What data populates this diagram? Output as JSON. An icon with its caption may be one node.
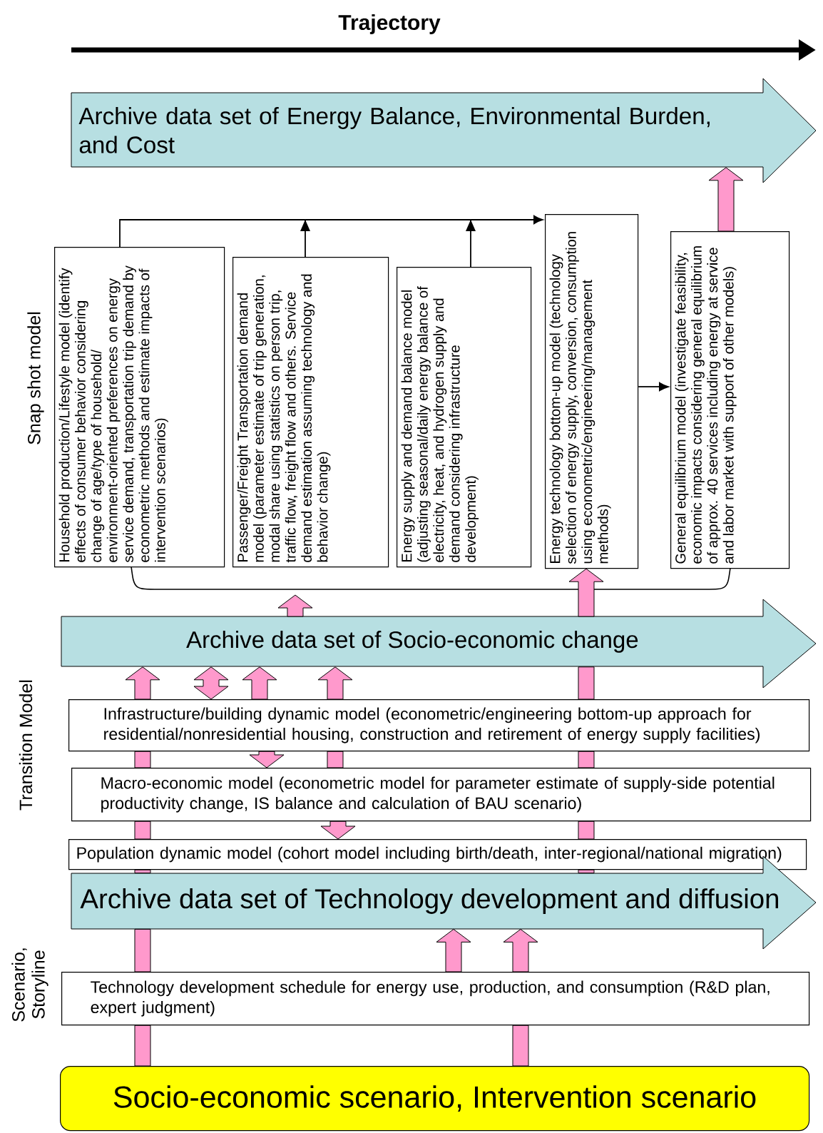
{
  "diagram": {
    "nodes": [
      {
        "text": [
          "Archive data set of Energy Balance, Environmental Burden, and Cost"
        ]
      },
      {
        "text": [
          "Household production/Lifestyle model (identify effects of consumer behavior considering change of age/type of household/ environment-oriented preferences on energy service demand, transportation trip demand by econometric methods and estimate impacts of intervention scenarios)"
        ]
      },
      {
        "text": [
          "Passenger/Freight Transportation demand model (parameter estimate of trip generation, modal share using statistics on person trip, traffic flow, freight flow and others. Service demand estimation assuming technology and behavior change)"
        ]
      },
      {
        "text": [
          "Energy supply and demand balance model (adjusting seasonal/daily energy balance of electricity, heat, and hydrogen supply and demand considering infrastructure development)"
        ]
      },
      {
        "text": [
          "Energy technology bottom-up model (technology selection of energy supply, conversion, consumption using econometric/engineering/management methods)"
        ]
      },
      {
        "text": [
          "General equilibrium model (investigate feasibility, economic impacts considering general equilibrium of approx. 40 services including energy at service and labor market with support of other models)"
        ]
      },
      {
        "text": [
          "Archive data set of Socio-economic change"
        ]
      },
      {
        "text": [
          "Infrastructure/building dynamic model (econometric/engineering bottom-up approach for residential/nonresidential housing, construction and retirement of energy supply facilities)"
        ]
      },
      {
        "text": [
          "Macro-economic model (econometric model for parameter estimate of supply-side potential productivity change, IS balance and calculation of BAU scenario)"
        ]
      },
      {
        "text": [
          "Population dynamic model (cohort model including  birth/death, inter-regional/national migration)"
        ]
      },
      {
        "text": [
          "Archive data set of Technology development and diffusion"
        ]
      },
      {
        "text": [
          "Technology development schedule for energy use, production, and consumption (R&D plan, expert judgment)"
        ]
      },
      {
        "text": [
          "Socio-economic scenario, Intervention scenario"
        ]
      }
    ],
    "edges": [
      {
        "from": 1,
        "to": 4,
        "arrow": "to",
        "color": "#000000"
      },
      {
        "from": 2,
        "to": 4,
        "arrow": "to",
        "color": "#000000"
      },
      {
        "from": 3,
        "to": 4,
        "arrow": "to",
        "color": "#000000"
      },
      {
        "from": 4,
        "to": 5,
        "arrow": "to",
        "color": "#000000"
      },
      {
        "from": 5,
        "to": 0,
        "arrow": "to",
        "style": "thick"
      },
      {
        "from": 6,
        "to": null,
        "arrow": "to",
        "style": "thick"
      },
      {
        "from": 12,
        "to": 11,
        "arrow": "none",
        "style": "thick"
      },
      {
        "from": 11,
        "to": 10,
        "arrow": "none",
        "style": "thick"
      },
      {
        "from": 10,
        "to": 9,
        "arrow": "none",
        "style": "thick"
      },
      {
        "from": 9,
        "to": 8,
        "arrow": "none",
        "style": "thick"
      },
      {
        "from": 8,
        "to": 7,
        "arrow": "none",
        "style": "thick"
      },
      {
        "from": 7,
        "to": 6,
        "arrow": "to",
        "style": "thick"
      },
      {
        "from": 6,
        "to": 7,
        "arrow": "both",
        "style": "thick"
      },
      {
        "from": 7,
        "to": 6,
        "arrow": "to",
        "style": "thick"
      },
      {
        "from": 7,
        "to": 8,
        "arrow": "to",
        "style": "thick"
      },
      {
        "from": 8,
        "to": 7,
        "arrow": "none",
        "style": "thick"
      },
      {
        "from": 7,
        "to": 6,
        "arrow": "to",
        "style": "thick"
      },
      {
        "from": 8,
        "to": 9,
        "arrow": "to",
        "style": "thick"
      },
      {
        "from": 10,
        "to": 9,
        "arrow": "none",
        "style": "thick"
      },
      {
        "from": 9,
        "to": 8,
        "arrow": "none",
        "style": "thick"
      },
      {
        "from": 8,
        "to": 7,
        "arrow": "none",
        "style": "thick"
      },
      {
        "from": 7,
        "to": 6,
        "arrow": "none",
        "style": "thick"
      },
      {
        "from": 6,
        "to": 4,
        "arrow": "to",
        "style": "thick"
      },
      {
        "from": 11,
        "to": 10,
        "arrow": "to",
        "style": "thick"
      },
      {
        "from": 12,
        "to": 11,
        "arrow": "none",
        "style": "thick"
      },
      {
        "from": 11,
        "to": 10,
        "arrow": "to",
        "style": "thick"
      }
    ],
    "labels": [
      "Trajectory",
      "Snap shot model",
      "Transition Model",
      "Scenario, Storyline"
    ]
  }
}
